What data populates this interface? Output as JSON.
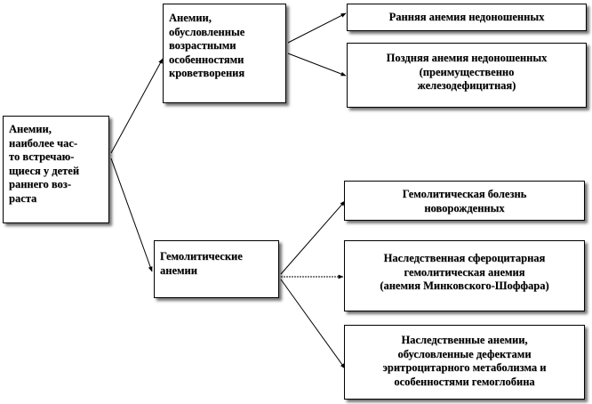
{
  "root": {
    "lines": [
      "Анемии,",
      "наиболее час-",
      "то встречаю-",
      "щиеся у детей",
      "раннего воз-",
      "раста"
    ]
  },
  "groups": [
    {
      "id": "age",
      "lines": [
        "Анемии,",
        "обусловленные",
        "возрастными",
        "особенностями",
        "кроветворения"
      ],
      "children": [
        {
          "lines": [
            "Ранняя анемия недоношенных"
          ]
        },
        {
          "lines": [
            "Поздняя анемия недоношенных",
            "(преимущественно",
            "железодефицитная)"
          ]
        }
      ]
    },
    {
      "id": "hemolytic",
      "lines": [
        "Гемолитические",
        "анемии"
      ],
      "children": [
        {
          "lines": [
            "Гемолитическая болезнь",
            "новорожденных"
          ]
        },
        {
          "lines": [
            "Наследственная сфероцитарная",
            "гемолитическая анемия",
            "(анемия Минковского-Шоффара)"
          ]
        },
        {
          "lines": [
            "Наследственные анемии,",
            "обусловленные дефектами",
            "эритроцитарного метаболизма и",
            "особенностями гемоглобина"
          ]
        }
      ]
    }
  ]
}
